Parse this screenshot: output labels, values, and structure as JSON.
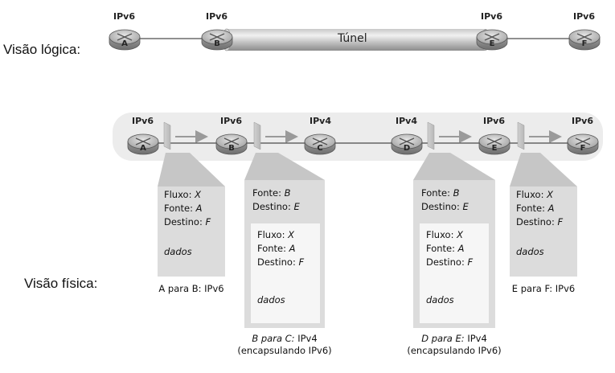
{
  "logical": {
    "label": "Visão lógica:",
    "tunnel_label": "Túnel",
    "routers": [
      {
        "id": "A",
        "proto": "IPv6"
      },
      {
        "id": "B",
        "proto": "IPv6"
      },
      {
        "id": "E",
        "proto": "IPv6"
      },
      {
        "id": "F",
        "proto": "IPv6"
      }
    ]
  },
  "physical": {
    "label": "Visão física:",
    "routers": [
      {
        "id": "A",
        "proto": "IPv6"
      },
      {
        "id": "B",
        "proto": "IPv6"
      },
      {
        "id": "C",
        "proto": "IPv4"
      },
      {
        "id": "D",
        "proto": "IPv4"
      },
      {
        "id": "E",
        "proto": "IPv6"
      },
      {
        "id": "F",
        "proto": "IPv6"
      }
    ],
    "packets": [
      {
        "flow_key": "Fluxo:",
        "flow_val": "X",
        "src_key": "Fonte:",
        "src_val": "A",
        "dst_key": "Destino:",
        "dst_val": "F",
        "payload": "dados",
        "caption": "A para B: IPv6"
      },
      {
        "outer_src_key": "Fonte:",
        "outer_src_val": "B",
        "outer_dst_key": "Destino:",
        "outer_dst_val": "E",
        "flow_key": "Fluxo:",
        "flow_val": "X",
        "src_key": "Fonte:",
        "src_val": "A",
        "dst_key": "Destino:",
        "dst_val": "F",
        "payload": "dados",
        "caption_pre": "B para C:",
        "caption_post": "IPv4",
        "caption_line2": "(encapsulando IPv6)"
      },
      {
        "outer_src_key": "Fonte:",
        "outer_src_val": "B",
        "outer_dst_key": "Destino:",
        "outer_dst_val": "E",
        "flow_key": "Fluxo:",
        "flow_val": "X",
        "src_key": "Fonte:",
        "src_val": "A",
        "dst_key": "Destino:",
        "dst_val": "F",
        "payload": "dados",
        "caption_pre": "D para E:",
        "caption_post": "IPv4",
        "caption_line2": "(encapsulando IPv6)"
      },
      {
        "flow_key": "Fluxo:",
        "flow_val": "X",
        "src_key": "Fonte:",
        "src_val": "A",
        "dst_key": "Destino:",
        "dst_val": "F",
        "payload": "dados",
        "caption": "E para F: IPv6"
      }
    ]
  }
}
